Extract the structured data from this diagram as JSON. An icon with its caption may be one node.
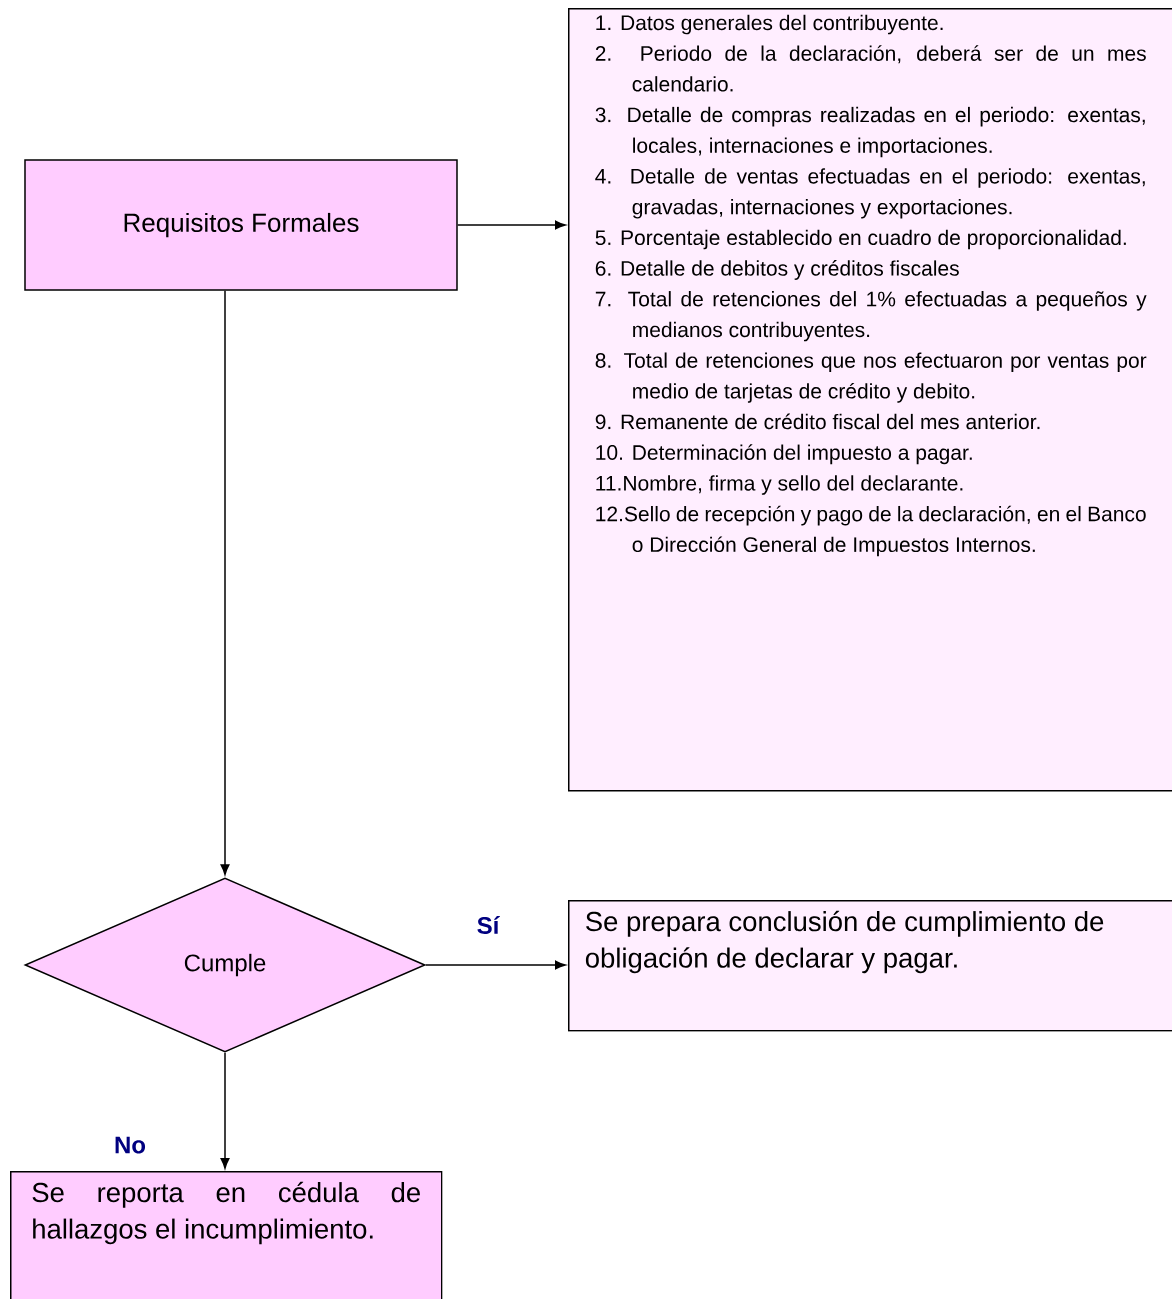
{
  "diagram": {
    "nodes": [
      {
        "text": [
          "Requisitos Formales"
        ]
      },
      {
        "text": [
          "1. Datos generales del contribuyente.",
          "2. Periodo de la declaración, deberá ser de un mes calendario.",
          "3. Detalle de compras realizadas en el periodo: exentas, locales, internaciones e importaciones.",
          "4. Detalle de ventas efectuadas en el periodo: exentas, gravadas, internaciones y exportaciones.",
          "5. Porcentaje establecido en cuadro de proporcionalidad.",
          "6. Detalle de debitos y créditos fiscales",
          "7. Total de retenciones del 1% efectuadas a pequeños y medianos contribuyentes.",
          "8. Total de retenciones que nos efectuaron por ventas por medio de tarjetas de crédito y debito.",
          "9. Remanente de crédito fiscal del mes anterior.",
          "10. Determinación del impuesto a pagar.",
          "11.Nombre, firma y sello del declarante.",
          "12.Sello de recepción y pago de la declaración, en el Banco o Dirección General de Impuestos Internos."
        ]
      },
      {
        "text": [
          "Cumple"
        ]
      },
      {
        "text": [
          "Se prepara conclusión de cumplimiento de obligación de declarar y pagar."
        ]
      },
      {
        "text": [
          "Se reporta en cédula de hallazgos el incumplimiento."
        ]
      }
    ],
    "edges": [
      {
        "from": 0,
        "to": 1,
        "arrow": "to"
      },
      {
        "from": 0,
        "to": 2,
        "arrow": "to"
      },
      {
        "from": 2,
        "to": 3,
        "arrow": "to",
        "label": "Sí"
      },
      {
        "from": 2,
        "to": 4,
        "arrow": "to",
        "label": "No"
      }
    ]
  }
}
